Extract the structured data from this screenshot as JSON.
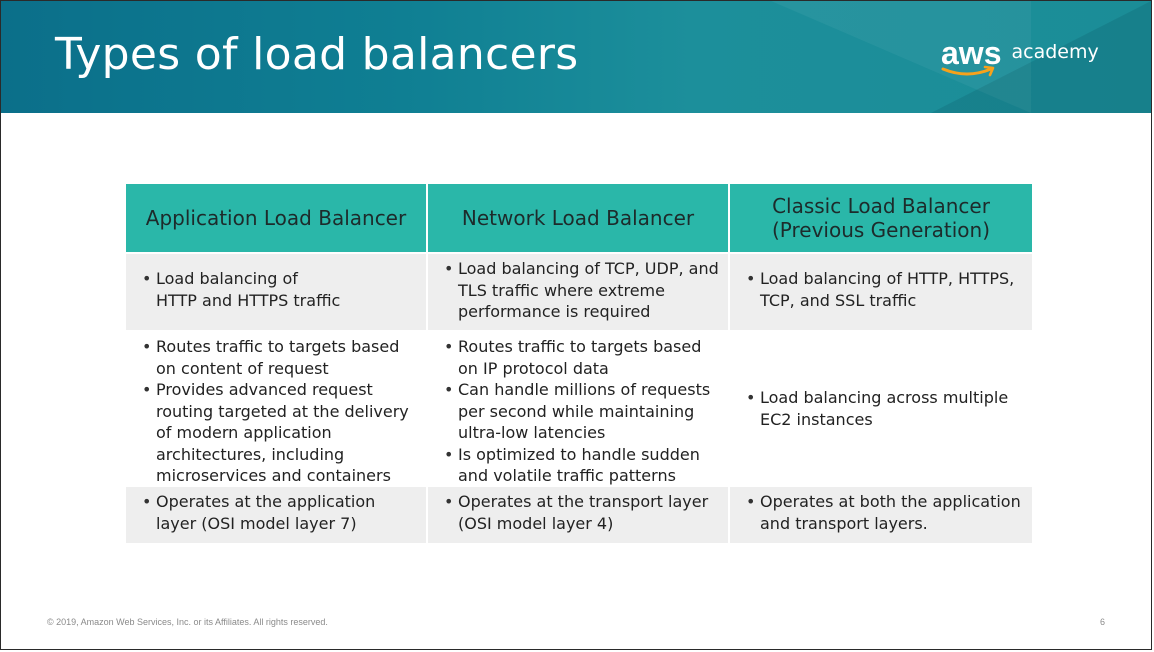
{
  "slide": {
    "title": "Types of load balancers",
    "logo": {
      "word": "aws",
      "suffix": "academy"
    },
    "footer": "© 2019, Amazon Web Services, Inc. or its Affiliates. All rights reserved.",
    "page_number": "6"
  },
  "table": {
    "headers": [
      [
        "Application Load Balancer"
      ],
      [
        "Network Load Balancer"
      ],
      [
        "Classic Load Balancer",
        "(Previous Generation)"
      ]
    ],
    "rows": [
      [
        [
          "Load balancing of\nHTTP and HTTPS traffic"
        ],
        [
          "Load balancing of TCP, UDP, and TLS traffic where extreme performance is required"
        ],
        [
          "Load balancing of HTTP, HTTPS, TCP, and SSL  traffic"
        ]
      ],
      [
        [
          "Routes traffic to targets based on content of request",
          "Provides advanced request routing targeted at the delivery of modern application architectures, including microservices and containers"
        ],
        [
          "Routes traffic to targets based on IP protocol data",
          "Can handle millions of requests per second while maintaining ultra-low latencies",
          "Is optimized to handle sudden and volatile traffic patterns"
        ],
        [
          "Load balancing across multiple EC2 instances"
        ]
      ],
      [
        [
          "Operates at the application layer (OSI model layer 7)"
        ],
        [
          "Operates at the transport layer (OSI model layer 4)"
        ],
        [
          "Operates at both the application and transport layers."
        ]
      ]
    ]
  },
  "colors": {
    "header_bar": "#0f7f93",
    "table_header": "#2ab7a9",
    "row_shade": "#eeeeee"
  }
}
